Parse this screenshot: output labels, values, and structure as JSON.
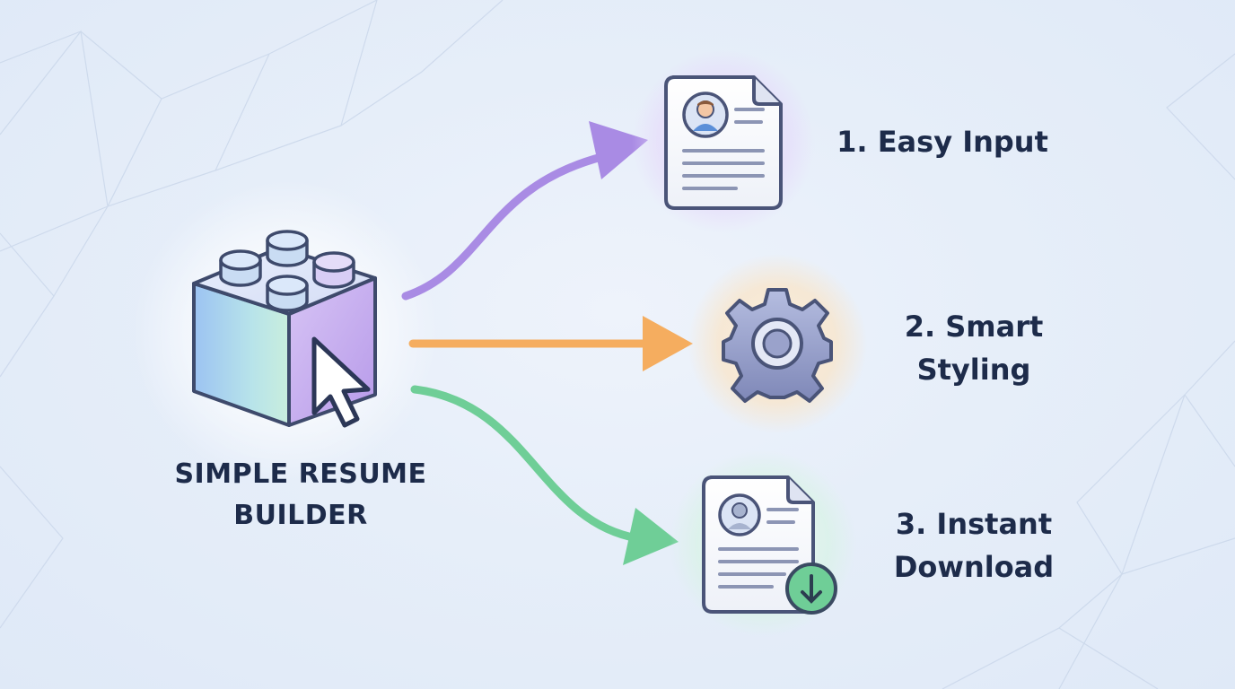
{
  "builder": {
    "title_line1": "SIMPLE RESUME",
    "title_line2": "BUILDER",
    "icon": "lego-brick-with-cursor-icon"
  },
  "steps": [
    {
      "line1": "1. Easy Input",
      "line2": "",
      "icon": "resume-document-icon",
      "arrow_color": "#a98be4"
    },
    {
      "line1": "2. Smart",
      "line2": "Styling",
      "icon": "gear-icon",
      "arrow_color": "#f5ad5f"
    },
    {
      "line1": "3. Instant",
      "line2": "Download",
      "icon": "resume-download-icon",
      "arrow_color": "#6fce97"
    }
  ],
  "colors": {
    "text": "#1d2b4a",
    "background": "#e6eef9",
    "purple": "#a98be4",
    "orange": "#f5ad5f",
    "green": "#6fce97"
  }
}
